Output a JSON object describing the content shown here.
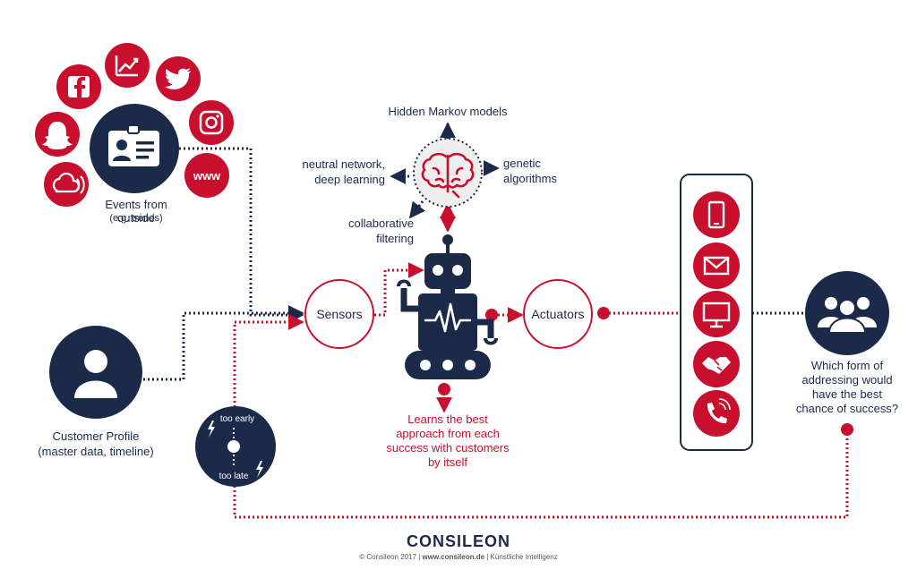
{
  "colors": {
    "navy": "#1c2a4a",
    "red": "#c8102e",
    "light": "#eeeeee"
  },
  "labels": {
    "events_title": "Events from outside",
    "events_sub": "(e.g. trends)",
    "customer_title": "Customer Profile",
    "customer_sub": "(master data, timeline)",
    "sensors": "Sensors",
    "actuators": "Actuators",
    "hmm": "Hidden Markov models",
    "neural_1": "neutral network,",
    "neural_2": "deep learning",
    "genetic_1": "genetic",
    "genetic_2": "algorithms",
    "collab_1": "collaborative",
    "collab_2": "filtering",
    "learn_1": "Learns the best",
    "learn_2": "approach from each",
    "learn_3": "success with customers",
    "learn_4": "by itself",
    "too_early": "too early",
    "too_late": "too late",
    "question_1": "Which form of",
    "question_2": "addressing would",
    "question_3": "have the best",
    "question_4": "chance of success?",
    "brand": "CONSILEON",
    "footer_a": "© Consileon 2017 | ",
    "footer_b": "www.consileon.de",
    "footer_c": " | Künstliche Intelligenz"
  },
  "icons": {
    "social": [
      "snapchat-icon",
      "facebook-icon",
      "trend-chart-icon",
      "twitter-icon",
      "instagram-icon",
      "www-icon",
      "podcast-icon"
    ],
    "channels": [
      "mobile-phone-icon",
      "email-icon",
      "monitor-icon",
      "handshake-icon",
      "telephone-icon"
    ],
    "www_text": "www"
  }
}
